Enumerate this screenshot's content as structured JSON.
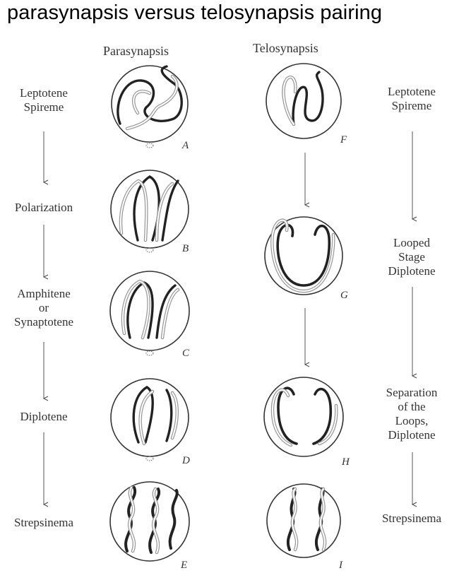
{
  "title": "parasynapsis versus telosynapsis pairing",
  "columns": {
    "left": "Parasynapsis",
    "right": "Telosynapsis"
  },
  "left_stages": [
    "Leptotene\nSpireme",
    "Polarization",
    "Amphitene\nor\nSynaptotene",
    "Diplotene",
    "Strepsinema"
  ],
  "right_stages": [
    "Leptotene\nSpireme",
    "Looped\nStage\nDiplotene",
    "Separation\nof the\nLoops,\nDiplotene",
    "Strepsinema"
  ],
  "cell_letters": {
    "left": [
      "A",
      "B",
      "C",
      "D",
      "E"
    ],
    "right": [
      "F",
      "G",
      "H",
      "I"
    ]
  }
}
